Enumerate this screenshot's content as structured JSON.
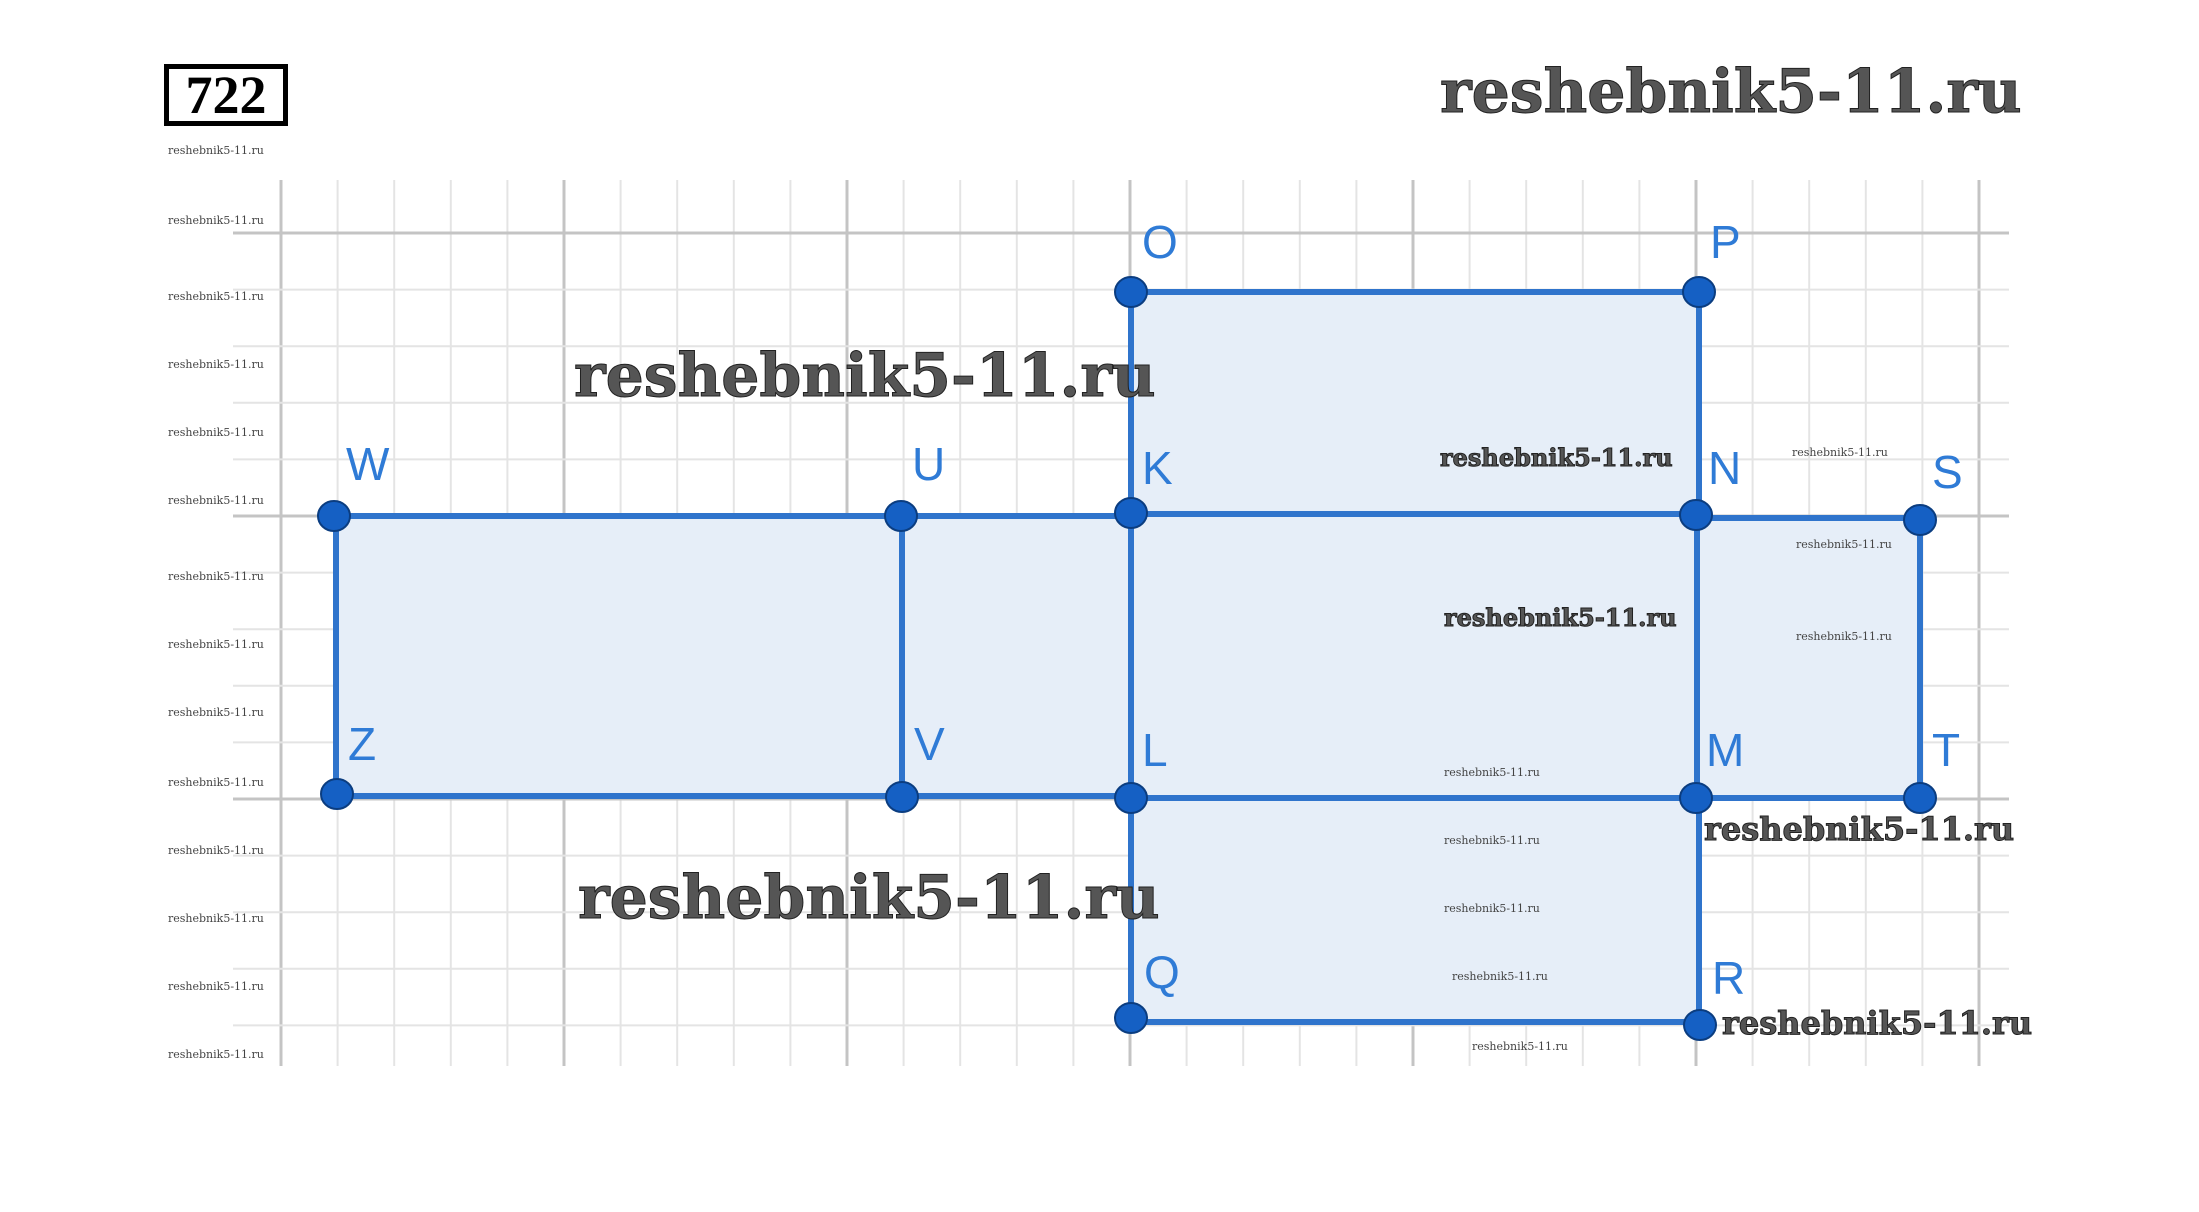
{
  "problem_number": "722",
  "watermark": "reshebnik5-11.ru",
  "colors": {
    "edge": "#2f74cc",
    "fill": "#e6eef8",
    "point": "#1560c4",
    "label": "#2f7bd6",
    "grid_minor": "#e4e4e4",
    "grid_major": "#c4c4c4"
  },
  "points": {
    "O": "O",
    "P": "P",
    "W": "W",
    "U": "U",
    "K": "K",
    "N": "N",
    "S": "S",
    "Z": "Z",
    "V": "V",
    "L": "L",
    "M": "M",
    "T": "T",
    "Q": "Q",
    "R": "R"
  }
}
